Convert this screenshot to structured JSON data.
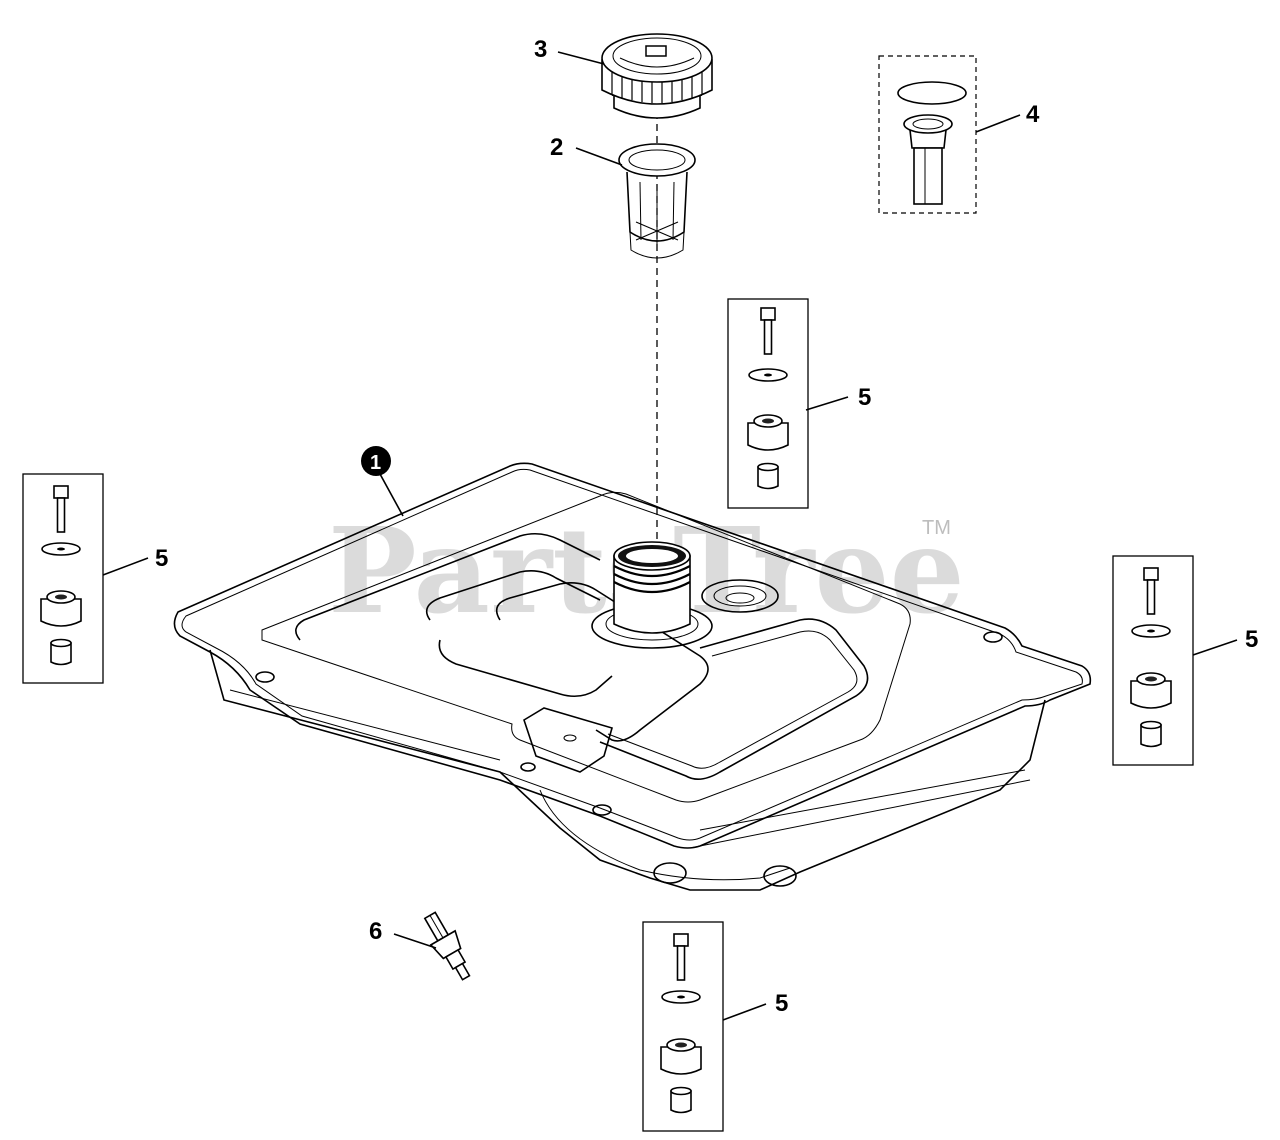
{
  "watermark": {
    "text": "PartsTree",
    "tm": "TM"
  },
  "callouts": {
    "c1": "1",
    "c2": "2",
    "c3": "3",
    "c4": "4",
    "c5a": "5",
    "c5b": "5",
    "c5c": "5",
    "c5d": "5",
    "c6": "6"
  }
}
